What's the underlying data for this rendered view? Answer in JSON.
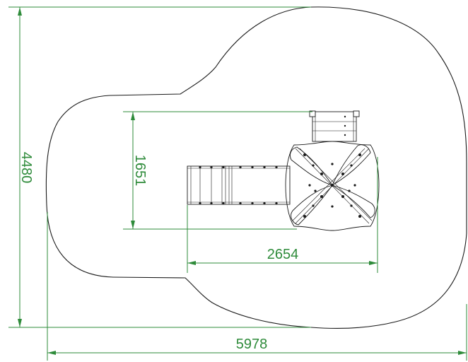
{
  "dimensions": {
    "total_height": "4480",
    "total_width": "5978",
    "module_height": "1651",
    "module_width": "2654"
  },
  "colors": {
    "dimension": "#2e8b3a",
    "outline": "#1a1a1a",
    "background": "#ffffff"
  }
}
